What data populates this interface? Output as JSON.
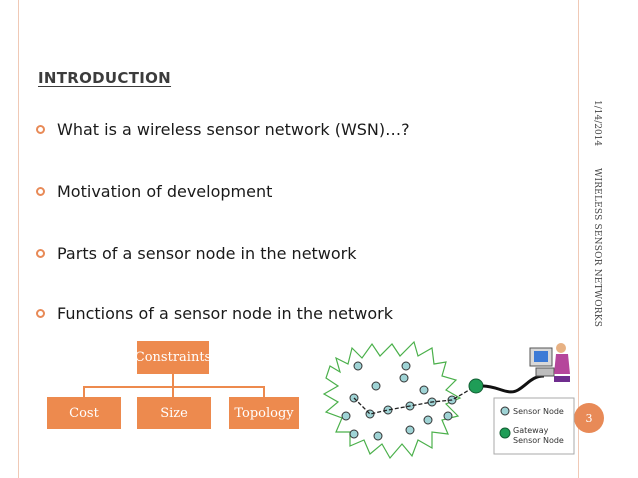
{
  "slide": {
    "title": "INTRODUCTION",
    "bullets": [
      "What is a wireless sensor network (WSN)…?",
      "Motivation of development",
      "Parts of  a sensor node in the network",
      "Functions of a sensor node in the network"
    ],
    "date": "1/14/2014",
    "side_title": "WIRELESS SENSOR NETWORKS",
    "page_number": "3"
  },
  "diagram": {
    "root": "Constraints",
    "children": [
      "Cost",
      "Size",
      "Topology"
    ]
  },
  "network": {
    "legend": {
      "sensor_node": "Sensor Node",
      "gateway_line1": "Gateway",
      "gateway_line2": "Sensor Node"
    }
  },
  "colors": {
    "accent": "#ed8a4e",
    "bullet_marker": "#e88a57",
    "node_fill": "#9fd3d5",
    "gateway_fill": "#1f9d57"
  }
}
